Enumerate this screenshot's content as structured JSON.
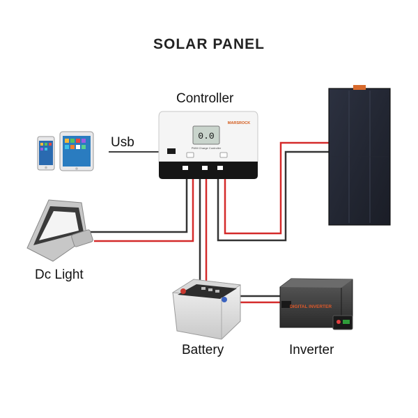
{
  "title": "SOLAR PANEL",
  "labels": {
    "controller": "Controller",
    "usb": "Usb",
    "dc_light": "Dc Light",
    "battery": "Battery",
    "inverter": "Inverter"
  },
  "controller": {
    "brand": "MARSROCK",
    "model": "PWM Charge Controller",
    "display": "0.0"
  },
  "inverter": {
    "brand": "DIGITAL INVERTER"
  },
  "wire_colors": {
    "positive": "#d42a2a",
    "negative": "#333333"
  }
}
